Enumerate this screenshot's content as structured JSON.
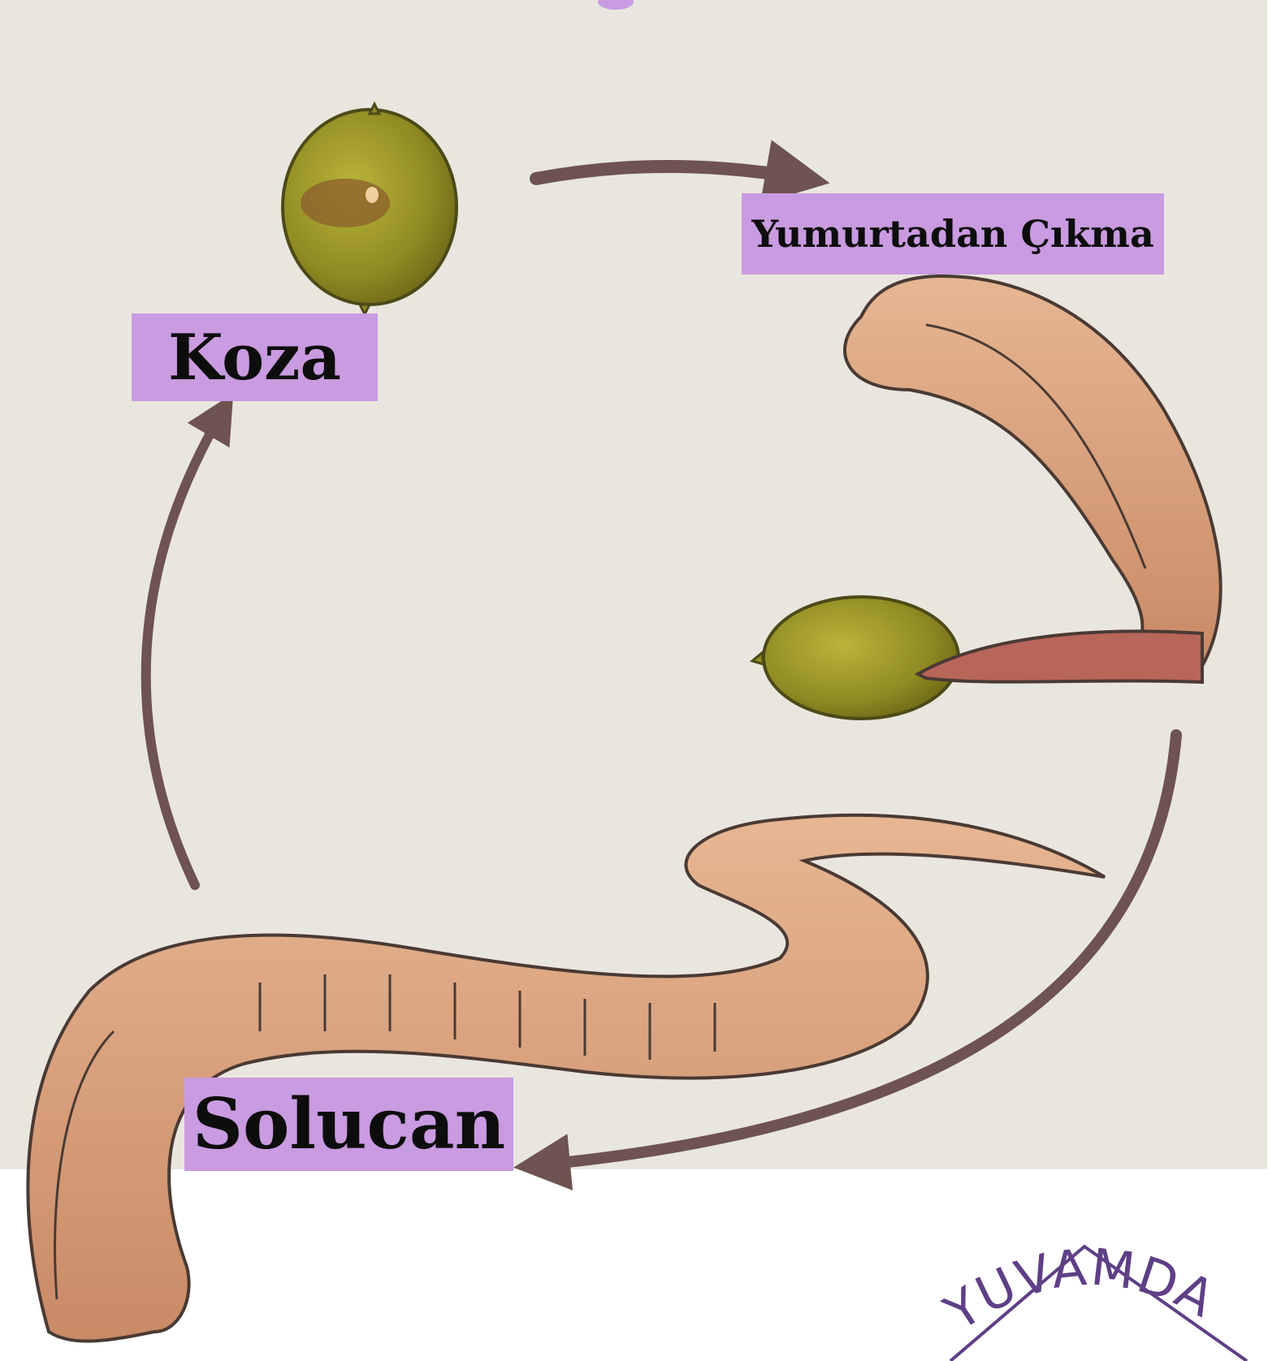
{
  "colors": {
    "background": "#e9e6df",
    "label_fill": "#c99be0",
    "arrow": "#6e5350",
    "cocoon": "#8d8a24",
    "worm": "#d9a07c",
    "logo": "#5e3f86"
  },
  "stages": {
    "cocoon": {
      "label": "Koza",
      "icon": "cocoon-icon"
    },
    "hatching": {
      "label": "Yumurtadan Çıkma",
      "icon": "hatching-worm-icon"
    },
    "adult": {
      "label": "Solucan",
      "icon": "adult-worm-icon"
    }
  },
  "logo": {
    "text": "YUVAMDA"
  }
}
